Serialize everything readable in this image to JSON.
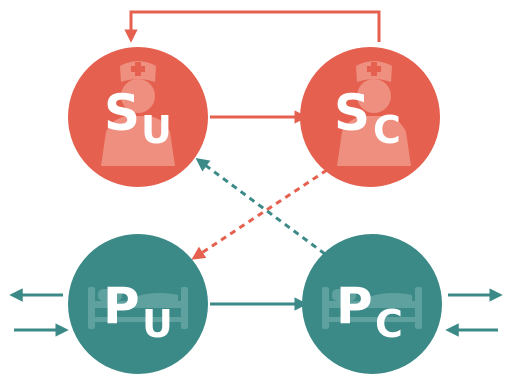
{
  "nodes": {
    "su": {
      "main": "S",
      "sub": "U"
    },
    "sc": {
      "main": "S",
      "sub": "C"
    },
    "pu": {
      "main": "P",
      "sub": "U"
    },
    "pc": {
      "main": "P",
      "sub": "C"
    }
  },
  "colors": {
    "staff": "#e5604f",
    "staff_icon": "#ee8f80",
    "patient": "#3b8a87",
    "patient_icon": "#5ea19e",
    "staff_arrow": "#e5604f",
    "patient_arrow": "#3b8a87"
  },
  "icons": {
    "staff": "nurse-icon",
    "patient": "bed-icon"
  }
}
